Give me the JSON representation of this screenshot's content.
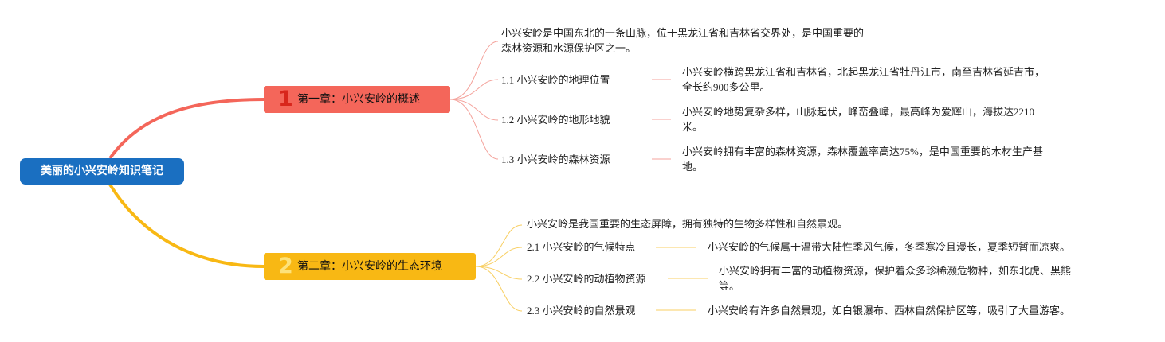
{
  "root": {
    "title": "美丽的小兴安岭知识笔记"
  },
  "colors": {
    "root": "#1a6fc1",
    "chapter1": "#f4665a",
    "chapter2": "#f8b814",
    "branch1": "#f4665a",
    "branch2": "#f8b814",
    "thin1": "#f4a39c",
    "thin2": "#f8cf63"
  },
  "chapter1": {
    "number": "1",
    "label": "第一章：小兴安岭的概述",
    "intro_line1": "小兴安岭是中国东北的一条山脉，位于黑龙江省和吉林省交界处，是中国重要的",
    "intro_line2": "森林资源和水源保护区之一。",
    "items": [
      {
        "label": "1.1 小兴安岭的地理位置",
        "desc_line1": "小兴安岭横跨黑龙江省和吉林省，北起黑龙江省牡丹江市，南至吉林省延吉市，",
        "desc_line2": "全长约900多公里。"
      },
      {
        "label": "1.2 小兴安岭的地形地貌",
        "desc_line1": "小兴安岭地势复杂多样，山脉起伏，峰峦叠嶂，最高峰为爱辉山，海拔达2210",
        "desc_line2": "米。"
      },
      {
        "label": "1.3 小兴安岭的森林资源",
        "desc_line1": "小兴安岭拥有丰富的森林资源，森林覆盖率高达75%，是中国重要的木材生产基",
        "desc_line2": "地。"
      }
    ]
  },
  "chapter2": {
    "number": "2",
    "label": "第二章：小兴安岭的生态环境",
    "intro": "小兴安岭是我国重要的生态屏障，拥有独特的生物多样性和自然景观。",
    "items": [
      {
        "label": "2.1 小兴安岭的气候特点",
        "desc_line1": "小兴安岭的气候属于温带大陆性季风气候，冬季寒冷且漫长，夏季短暂而凉爽。"
      },
      {
        "label": "2.2 小兴安岭的动植物资源",
        "desc_line1": "小兴安岭拥有丰富的动植物资源，保护着众多珍稀濒危物种，如东北虎、黑熊",
        "desc_line2": "等。"
      },
      {
        "label": "2.3 小兴安岭的自然景观",
        "desc_line1": "小兴安岭有许多自然景观，如白银瀑布、西林自然保护区等，吸引了大量游客。"
      }
    ]
  }
}
